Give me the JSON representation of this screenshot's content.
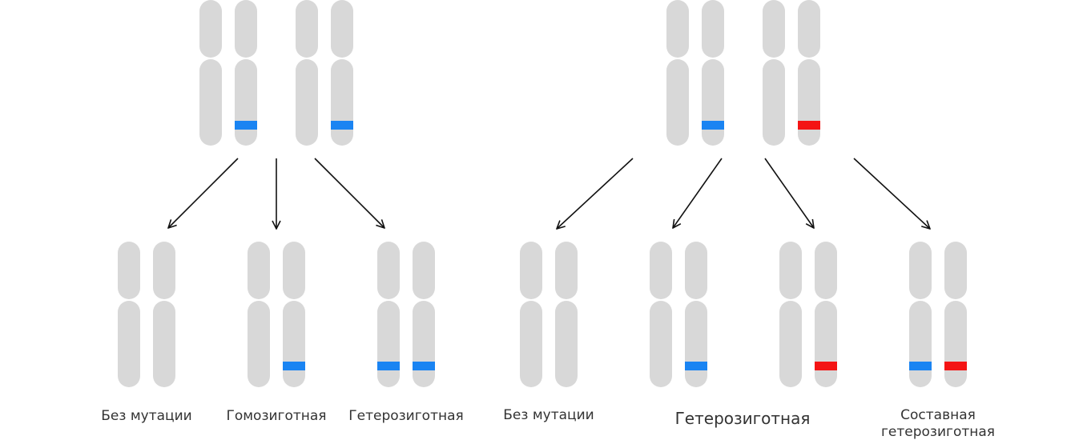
{
  "colors": {
    "chromosome": "#d8d8d8",
    "mutation_a": "#1a84f2",
    "mutation_b": "#f41414",
    "arrow": "#111111",
    "text": "#333333"
  },
  "left_panel": {
    "parents": [
      {
        "chromatids": [
          "none",
          "mutation_a"
        ]
      },
      {
        "chromatids": [
          "none",
          "mutation_a"
        ]
      }
    ],
    "offspring": [
      {
        "label": "Без мутации",
        "chromatids": [
          "none",
          "none"
        ]
      },
      {
        "label": "Гомозиготная",
        "chromatids": [
          "none",
          "mutation_a"
        ]
      },
      {
        "label": "Гетерозиготная",
        "chromatids": [
          "mutation_a",
          "mutation_a"
        ]
      }
    ]
  },
  "right_panel": {
    "parents": [
      {
        "chromatids": [
          "none",
          "mutation_a"
        ]
      },
      {
        "chromatids": [
          "none",
          "mutation_b"
        ]
      }
    ],
    "offspring": [
      {
        "label": "Без мутации",
        "chromatids": [
          "none",
          "none"
        ]
      },
      {
        "label": "Гетерозиготная",
        "chromatids": [
          "none",
          "mutation_a"
        ]
      },
      {
        "label": "",
        "chromatids": [
          "none",
          "mutation_b"
        ]
      },
      {
        "label_lines": [
          "Составная",
          "гетерозиготная"
        ],
        "chromatids": [
          "mutation_a",
          "mutation_b"
        ]
      }
    ]
  }
}
